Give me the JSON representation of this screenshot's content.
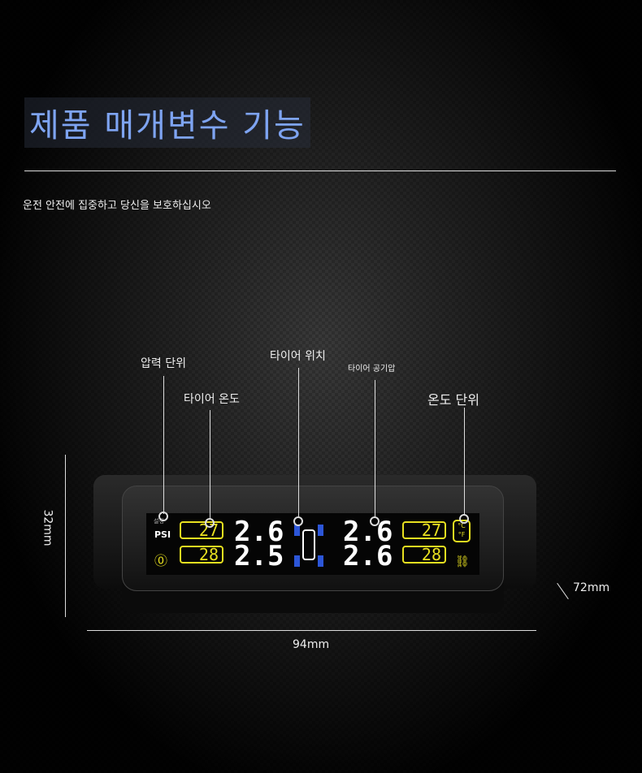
{
  "header": {
    "title": "제품 매개변수 기능",
    "subtitle": "운전 안전에 집중하고 당신을 보호하십시오"
  },
  "callouts": {
    "pressure_unit": "압력 단위",
    "tire_temp": "타이어 온도",
    "tire_position": "타이어 위치",
    "tire_pressure": "타이어 공기압",
    "temp_unit": "온도 단위"
  },
  "display": {
    "setting": "설정",
    "psi": "PSI",
    "temp_fl": "27",
    "temp_rl": "28",
    "temp_fr": "27",
    "temp_rr": "28",
    "pres_fl": "2.6",
    "pres_rl": "2.5",
    "pres_fr": "2.6",
    "pres_rr": "2.6",
    "unit_c": "°C",
    "unit_f": "°F"
  },
  "dimensions": {
    "height": "32mm",
    "width": "94mm",
    "depth": "72mm"
  },
  "colors": {
    "title": "#7ea4f2",
    "lcd_yellow": "#e8e020",
    "tire_blue": "#2c56d8"
  }
}
